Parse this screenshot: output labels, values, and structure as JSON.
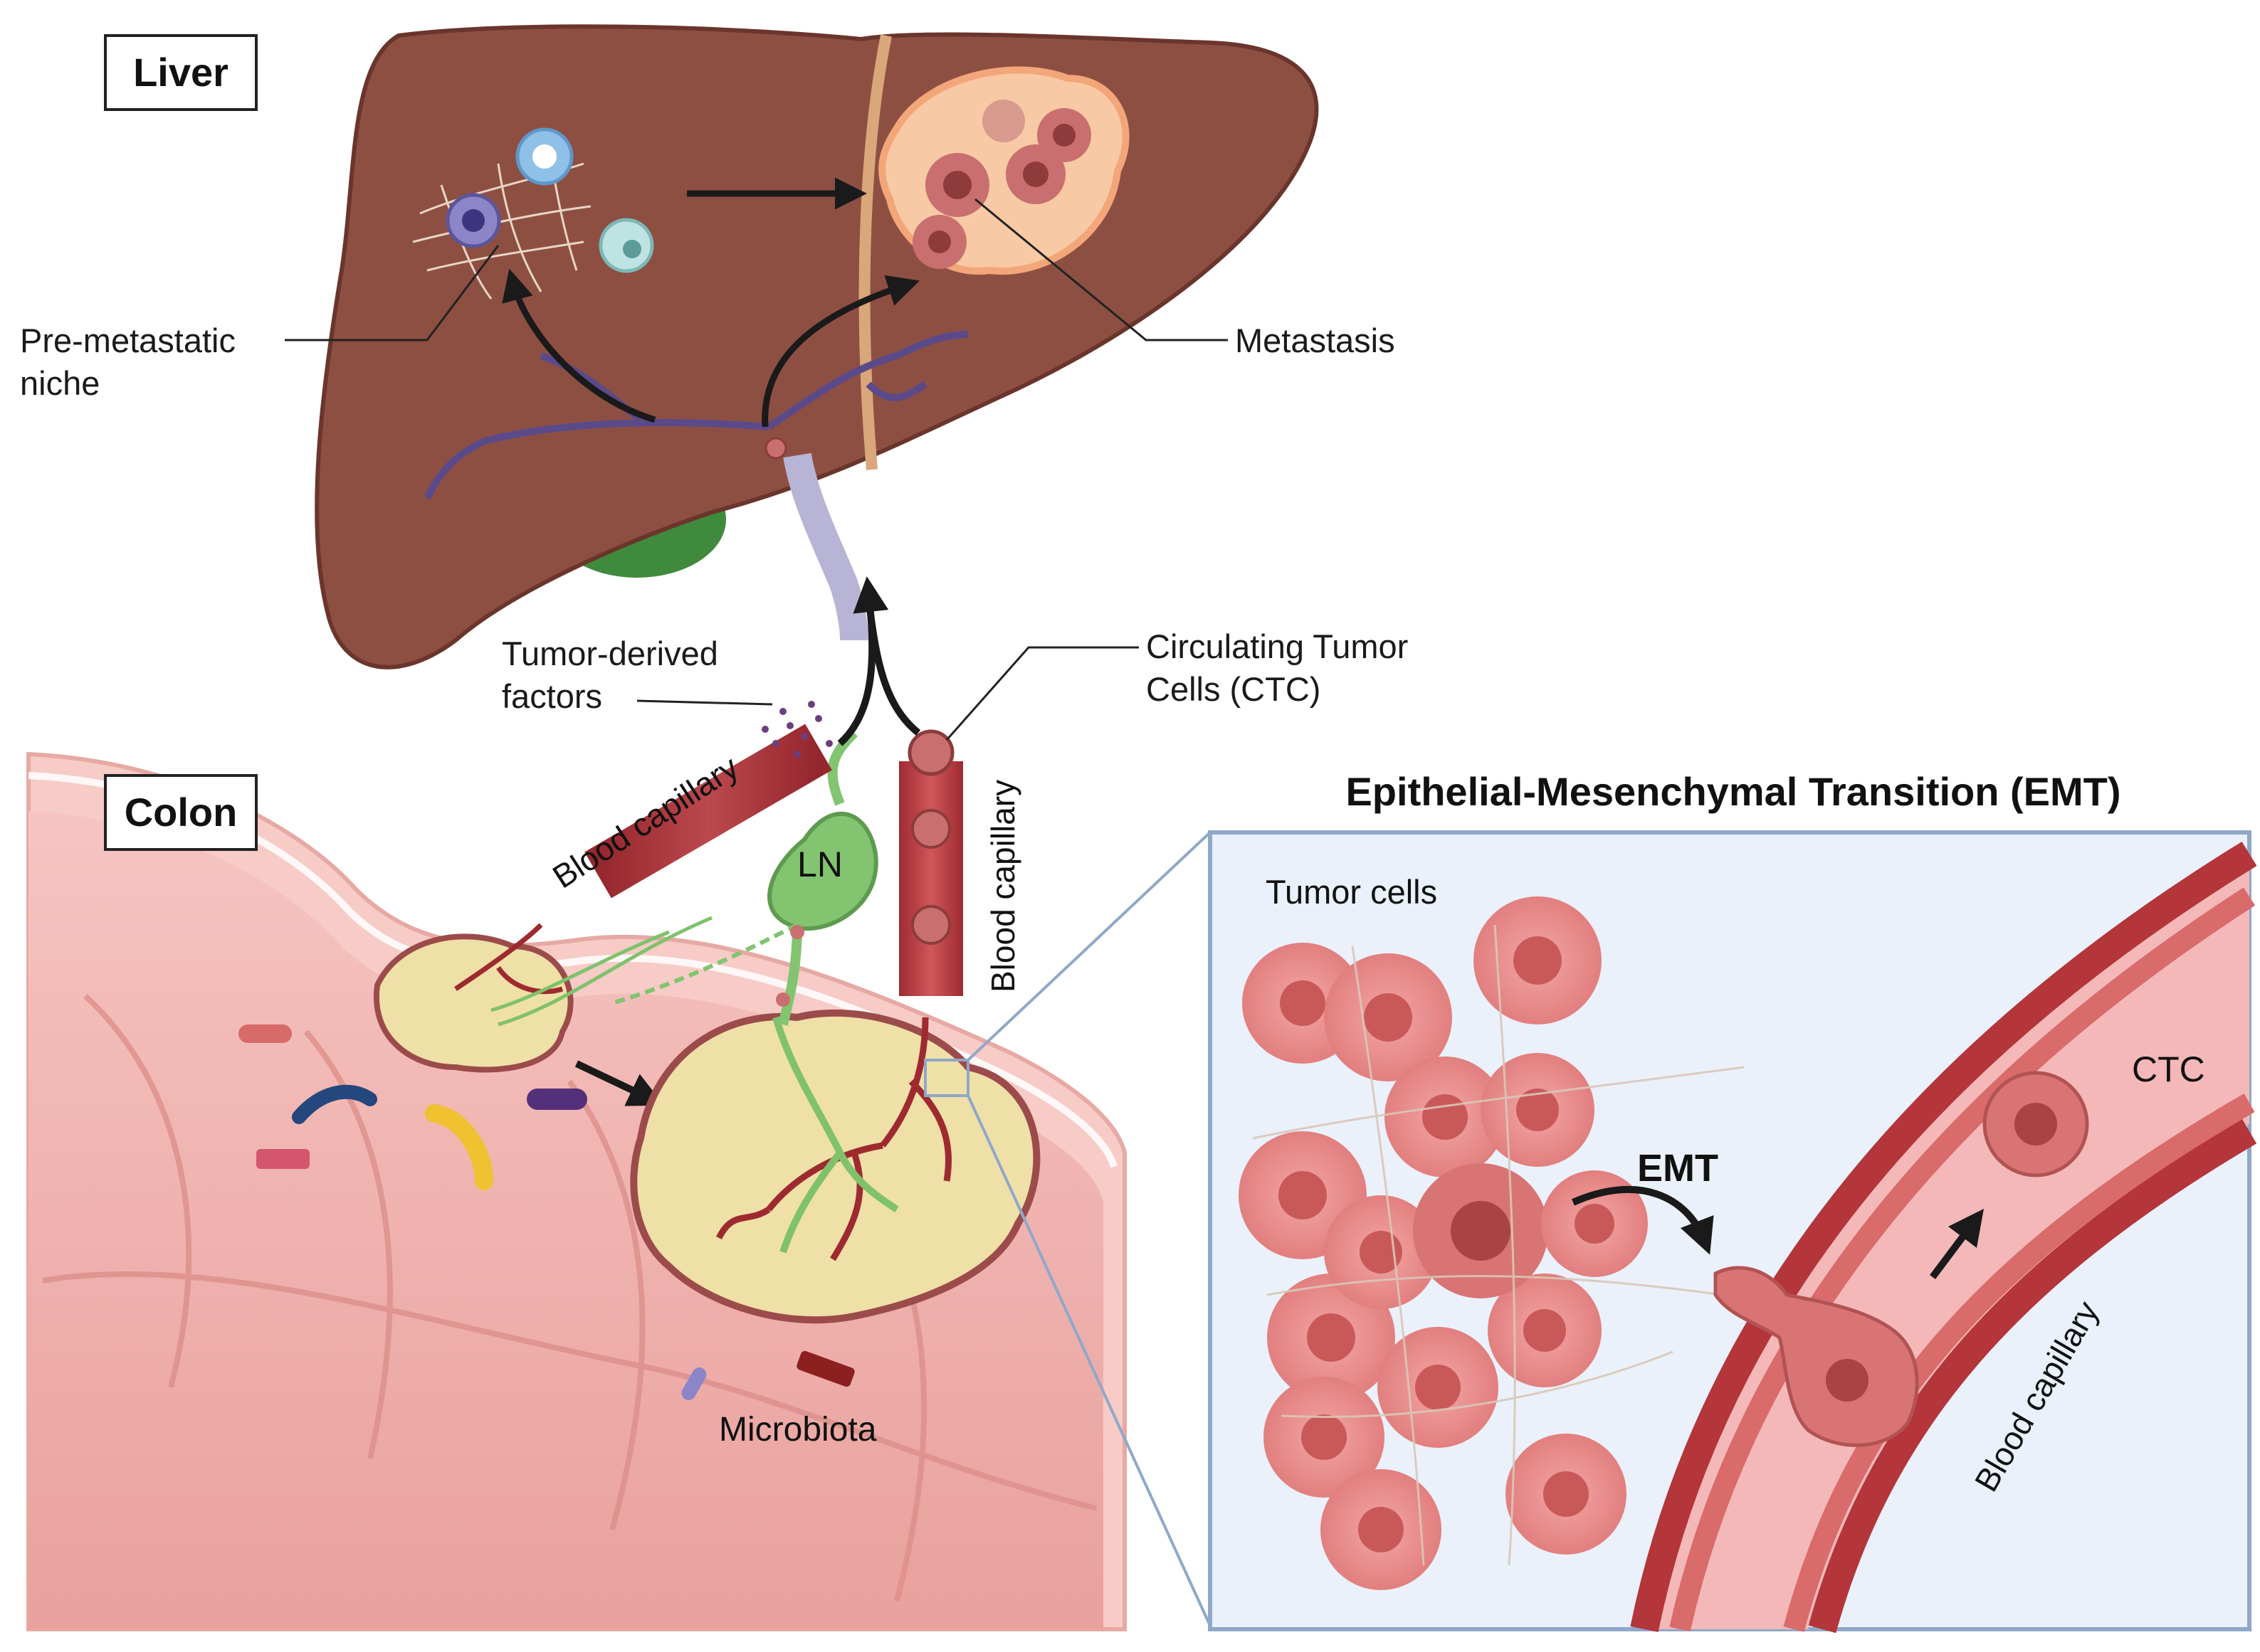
{
  "figure": {
    "organs": {
      "liver": "Liver",
      "colon": "Colon"
    },
    "callouts": {
      "pre_metastatic_niche_line1": "Pre-metastatic",
      "pre_metastatic_niche_line2": "niche",
      "metastasis": "Metastasis",
      "tumor_derived_line1": "Tumor-derived",
      "tumor_derived_line2": "factors",
      "ctc_line1": "Circulating Tumor",
      "ctc_line2": "Cells (CTC)",
      "blood_capillary_left": "Blood capillary",
      "blood_capillary_right": "Blood capillary",
      "lymph_node": "LN",
      "microbiota": "Microbiota"
    },
    "emt_panel": {
      "title": "Epithelial-Mesenchymal Transition (EMT)",
      "tumor_cells": "Tumor cells",
      "emt": "EMT",
      "ctc": "CTC",
      "blood_capillary": "Blood capillary"
    }
  },
  "colors": {
    "liver": "#8e4f43",
    "liver_dark": "#6a352c",
    "colon": "#f2b2b0",
    "colon_dark": "#e39692",
    "tumor": "#efe0a8",
    "vessel": "#b4353a",
    "lymph": "#7fc26b",
    "panel_border": "#8fa8c8",
    "panel_bg": "#eaf1fa",
    "tumor_cell": "#ec8e8e"
  }
}
